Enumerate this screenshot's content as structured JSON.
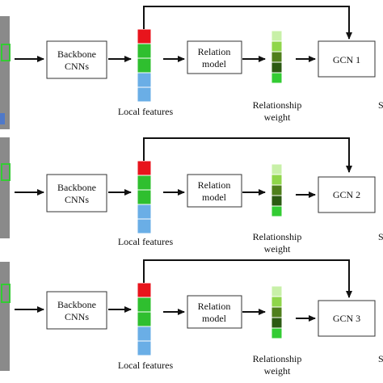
{
  "rows": [
    {
      "backbone": [
        "Backbone",
        "CNNs"
      ],
      "relation": [
        "Relation",
        "model"
      ],
      "gcn": "GCN 1",
      "local_features": "Local features",
      "relationship_weight": [
        "Relationship",
        "weight"
      ],
      "output_partial": "S"
    },
    {
      "backbone": [
        "Backbone",
        "CNNs"
      ],
      "relation": [
        "Relation",
        "model"
      ],
      "gcn": "GCN 2",
      "local_features": "Local features",
      "relationship_weight": [
        "Relationship",
        "weight"
      ],
      "output_partial": "S"
    },
    {
      "backbone": [
        "Backbone",
        "CNNs"
      ],
      "relation": [
        "Relation",
        "model"
      ],
      "gcn": "GCN 3",
      "local_features": "Local features",
      "relationship_weight": [
        "Relationship",
        "weight"
      ],
      "output_partial": "S"
    }
  ],
  "colors": {
    "feature_cells": [
      "#e8141c",
      "#2fbf2f",
      "#2fbf2f",
      "#6aaee6",
      "#6aaee6"
    ],
    "weight_cells": [
      "#c8f0a8",
      "#8fd64a",
      "#4f7f1c",
      "#2b5a12",
      "#33cc33"
    ],
    "box_border": "#333333",
    "arrow": "#111111"
  }
}
